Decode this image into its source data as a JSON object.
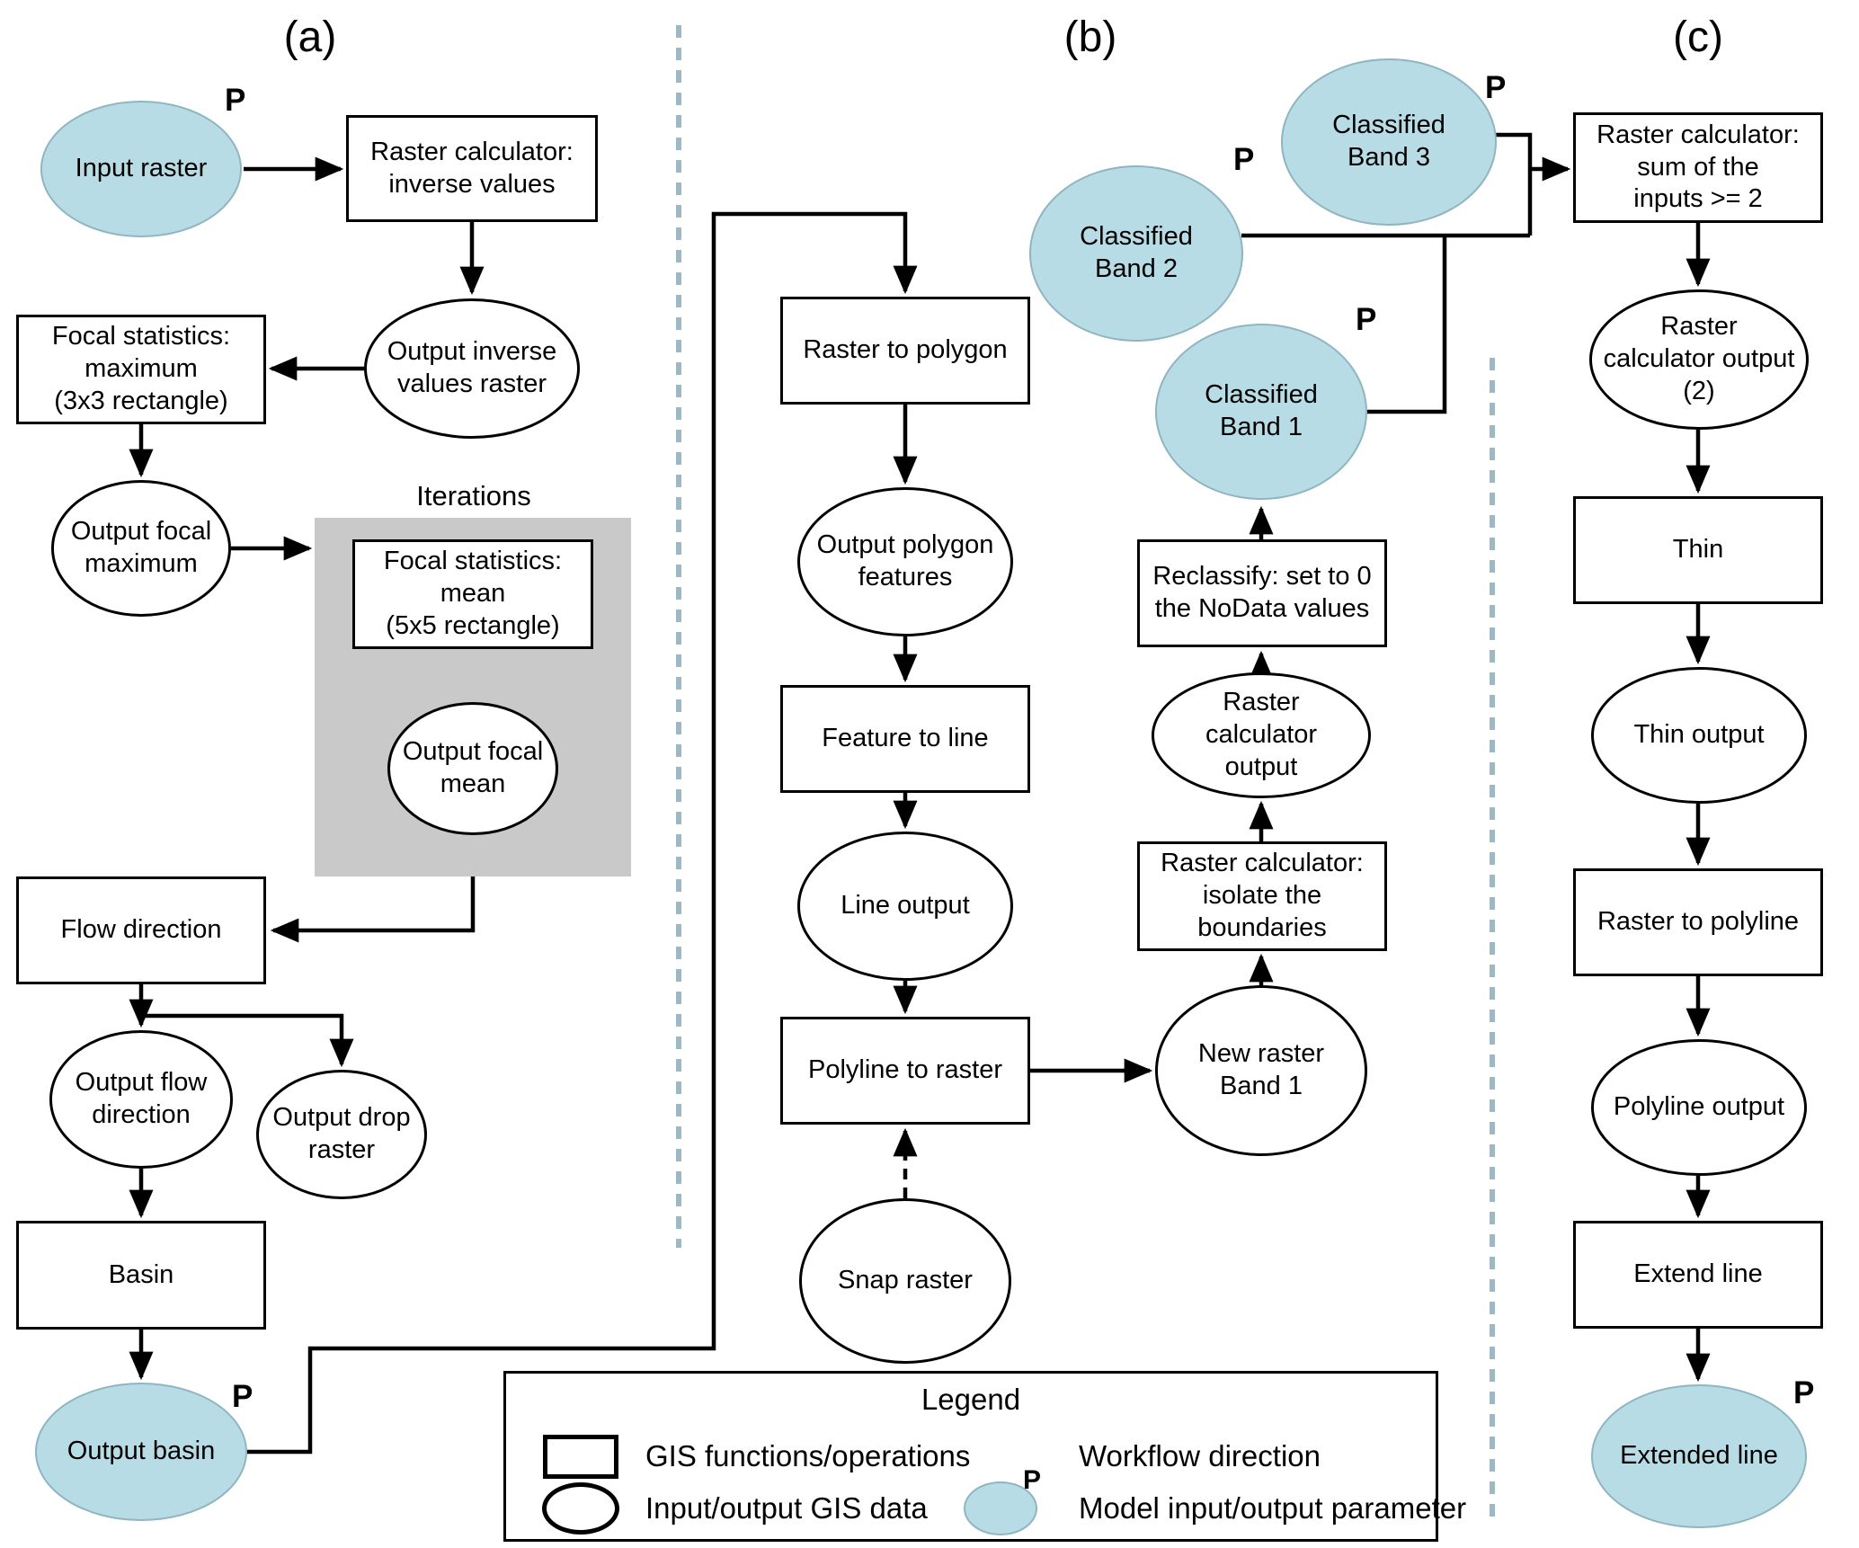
{
  "panels": {
    "a": {
      "title": "(a)"
    },
    "b": {
      "title": "(b)"
    },
    "c": {
      "title": "(c)"
    }
  },
  "iterations_label": "Iterations",
  "param_marker": "P",
  "nodes": {
    "a_input_raster": "Input raster",
    "a_rc_inverse": "Raster calculator:\ninverse values",
    "a_out_inverse": "Output inverse\nvalues raster",
    "a_focal_max": "Focal statistics:\nmaximum\n(3x3 rectangle)",
    "a_out_focal_max": "Output focal\nmaximum",
    "a_focal_mean": "Focal statistics:\nmean\n(5x5 rectangle)",
    "a_out_focal_mean": "Output focal\nmean",
    "a_flow_direction": "Flow direction",
    "a_out_flow_direction": "Output flow\ndirection",
    "a_out_drop_raster": "Output drop\nraster",
    "a_basin": "Basin",
    "a_out_basin": "Output basin",
    "b_band3": "Classified\nBand 3",
    "b_band2": "Classified\nBand 2",
    "b_band1": "Classified\nBand 1",
    "b_raster_to_polygon": "Raster to polygon",
    "b_out_polygon": "Output polygon\nfeatures",
    "b_feature_to_line": "Feature to line",
    "b_line_output": "Line output",
    "b_polyline_to_raster": "Polyline to raster",
    "b_new_raster": "New raster\nBand 1",
    "b_snap_raster": "Snap raster",
    "b_reclassify": "Reclassify: set to 0\nthe NoData values",
    "b_rc_output": "Raster\ncalculator\noutput",
    "b_rc_isolate": "Raster calculator:\nisolate the\nboundaries",
    "c_rc_sum": "Raster calculator:\nsum of the\ninputs >= 2",
    "c_rc_output2": "Raster\ncalculator output\n(2)",
    "c_thin": "Thin",
    "c_thin_output": "Thin output",
    "c_raster_to_polyline": "Raster to polyline",
    "c_polyline_output": "Polyline output",
    "c_extend_line": "Extend line",
    "c_extended_line": "Extended line"
  },
  "legend": {
    "title": "Legend",
    "gis_functions": "GIS functions/operations",
    "workflow": "Workflow direction",
    "io_data": "Input/output GIS data",
    "model_param": "Model input/output parameter"
  },
  "colors": {
    "parameter_fill": "#b8dce6",
    "parameter_border": "#8fb5c0",
    "iterations_fill": "#c9c9c9",
    "divider_dash": "#9db9c4",
    "line": "#000000"
  }
}
